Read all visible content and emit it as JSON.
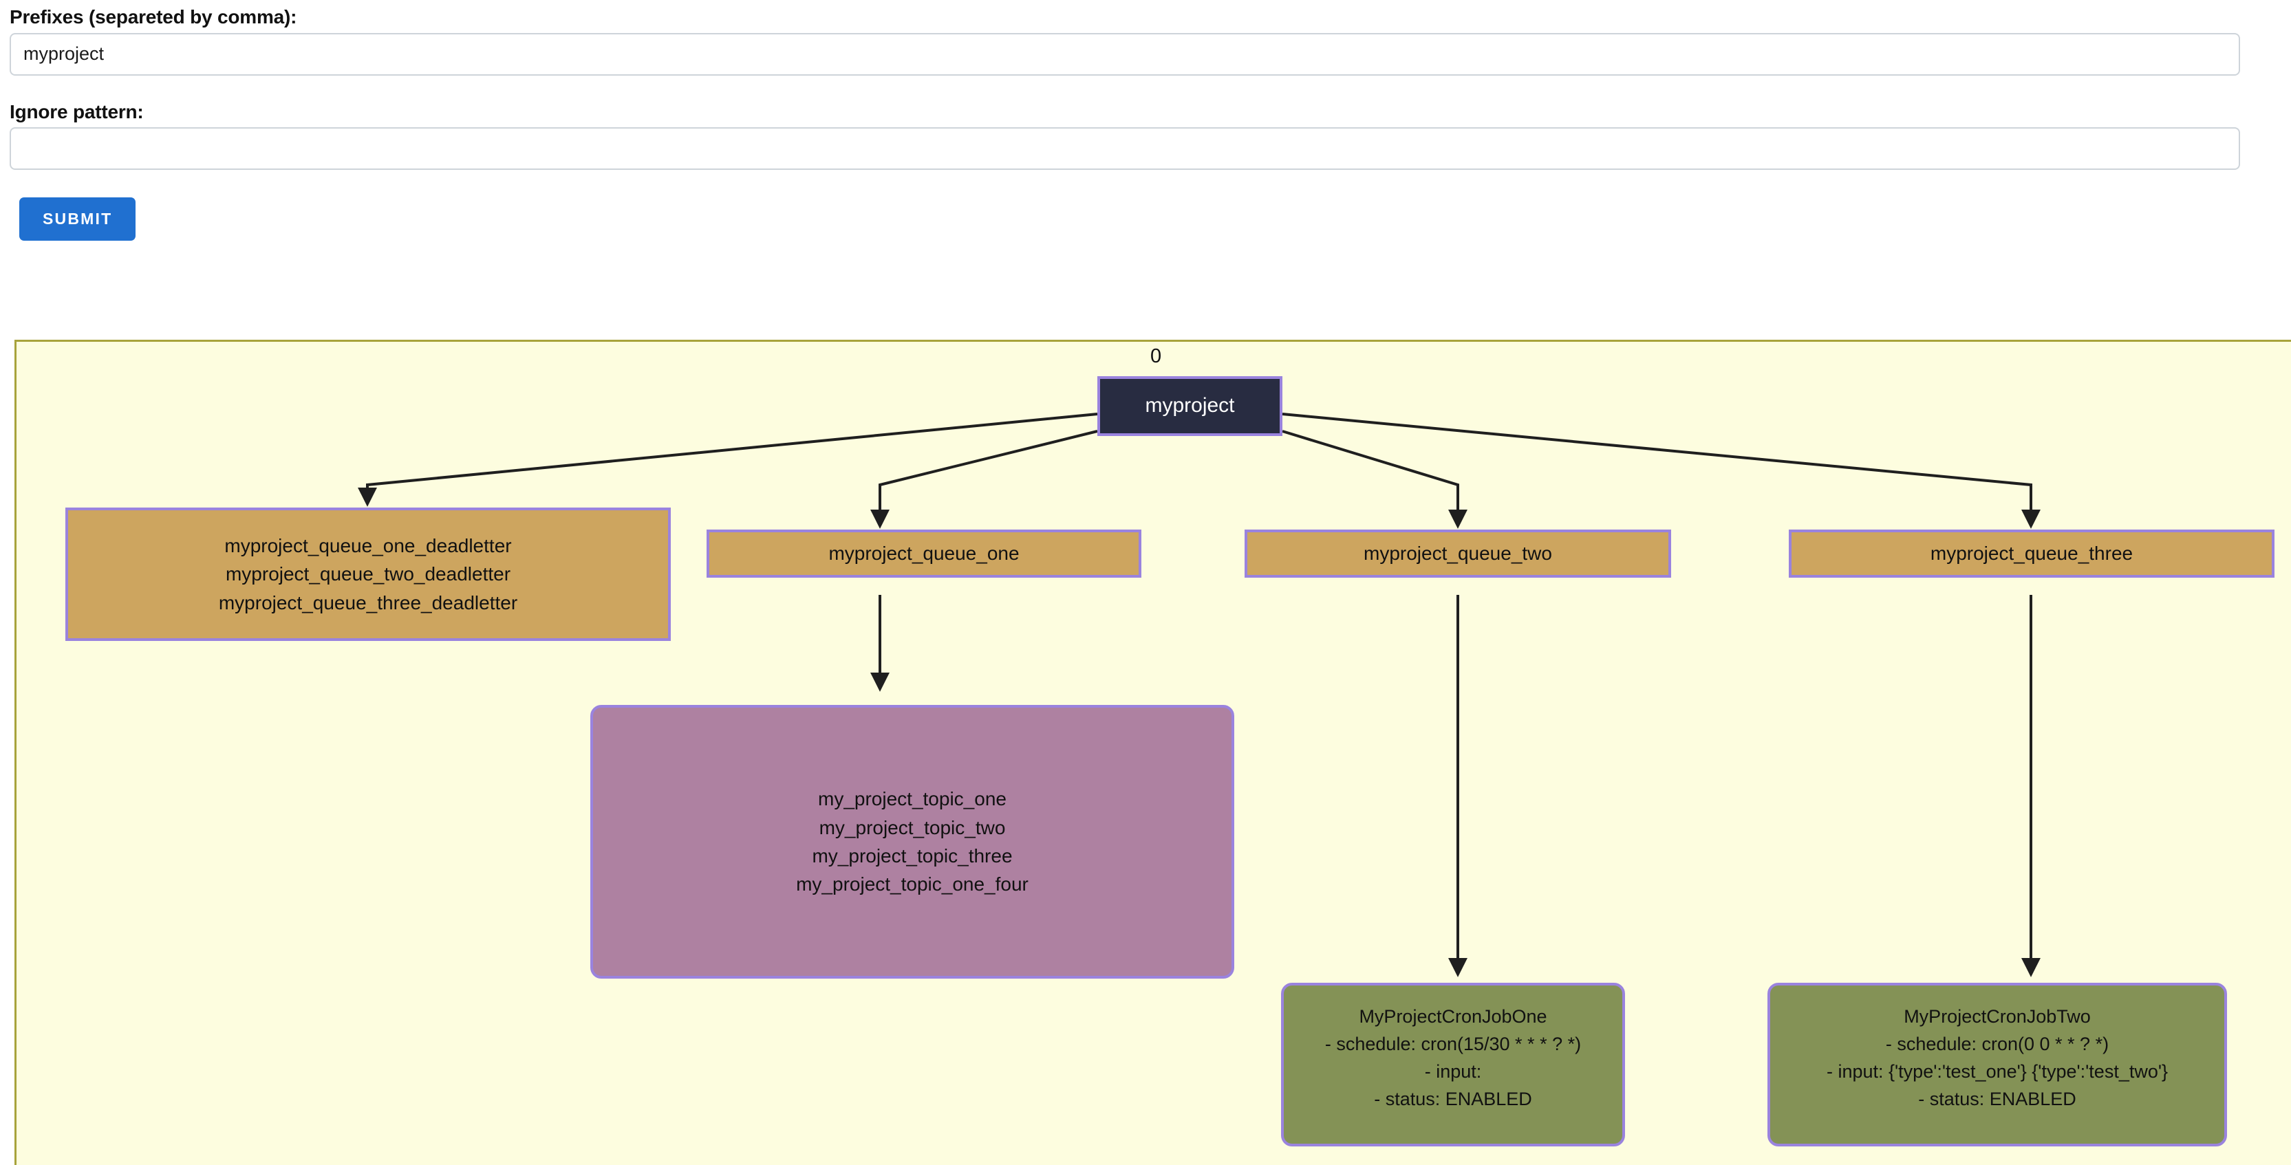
{
  "form": {
    "prefixes_label": "Prefixes (separeted by comma):",
    "prefixes_value": "myproject",
    "prefixes_placeholder": "",
    "ignore_label": "Ignore pattern:",
    "ignore_value": "",
    "ignore_placeholder": "",
    "submit_label": "SUBMIT"
  },
  "diagram": {
    "background_color": "#fdfddf",
    "border_color": "#a8a33c",
    "node_border_color": "#9a83de",
    "edge_color": "#1f1f1f",
    "root_index_label": "0",
    "nodes": {
      "root": {
        "label": "myproject",
        "color": "#282c41"
      },
      "deadletter": {
        "color": "#cda55f",
        "lines": [
          "myproject_queue_one_deadletter",
          "myproject_queue_two_deadletter",
          "myproject_queue_three_deadletter"
        ]
      },
      "queue_one": {
        "color": "#cda55f",
        "lines": [
          "myproject_queue_one"
        ]
      },
      "queue_two": {
        "color": "#cda55f",
        "lines": [
          "myproject_queue_two"
        ]
      },
      "queue_three": {
        "color": "#cda55f",
        "lines": [
          "myproject_queue_three"
        ]
      },
      "topics": {
        "color": "#ae81a1",
        "lines": [
          "my_project_topic_one",
          "my_project_topic_two",
          "my_project_topic_three",
          "my_project_topic_one_four"
        ]
      },
      "cron_one": {
        "color": "#849256",
        "lines": [
          "MyProjectCronJobOne",
          "- schedule: cron(15/30 * * * ? *)",
          "- input:",
          "- status: ENABLED"
        ]
      },
      "cron_two": {
        "color": "#849256",
        "lines": [
          "MyProjectCronJobTwo",
          "- schedule: cron(0 0 * * ? *)",
          "- input: {'type':'test_one'} {'type':'test_two'}",
          "- status: ENABLED"
        ]
      }
    }
  }
}
